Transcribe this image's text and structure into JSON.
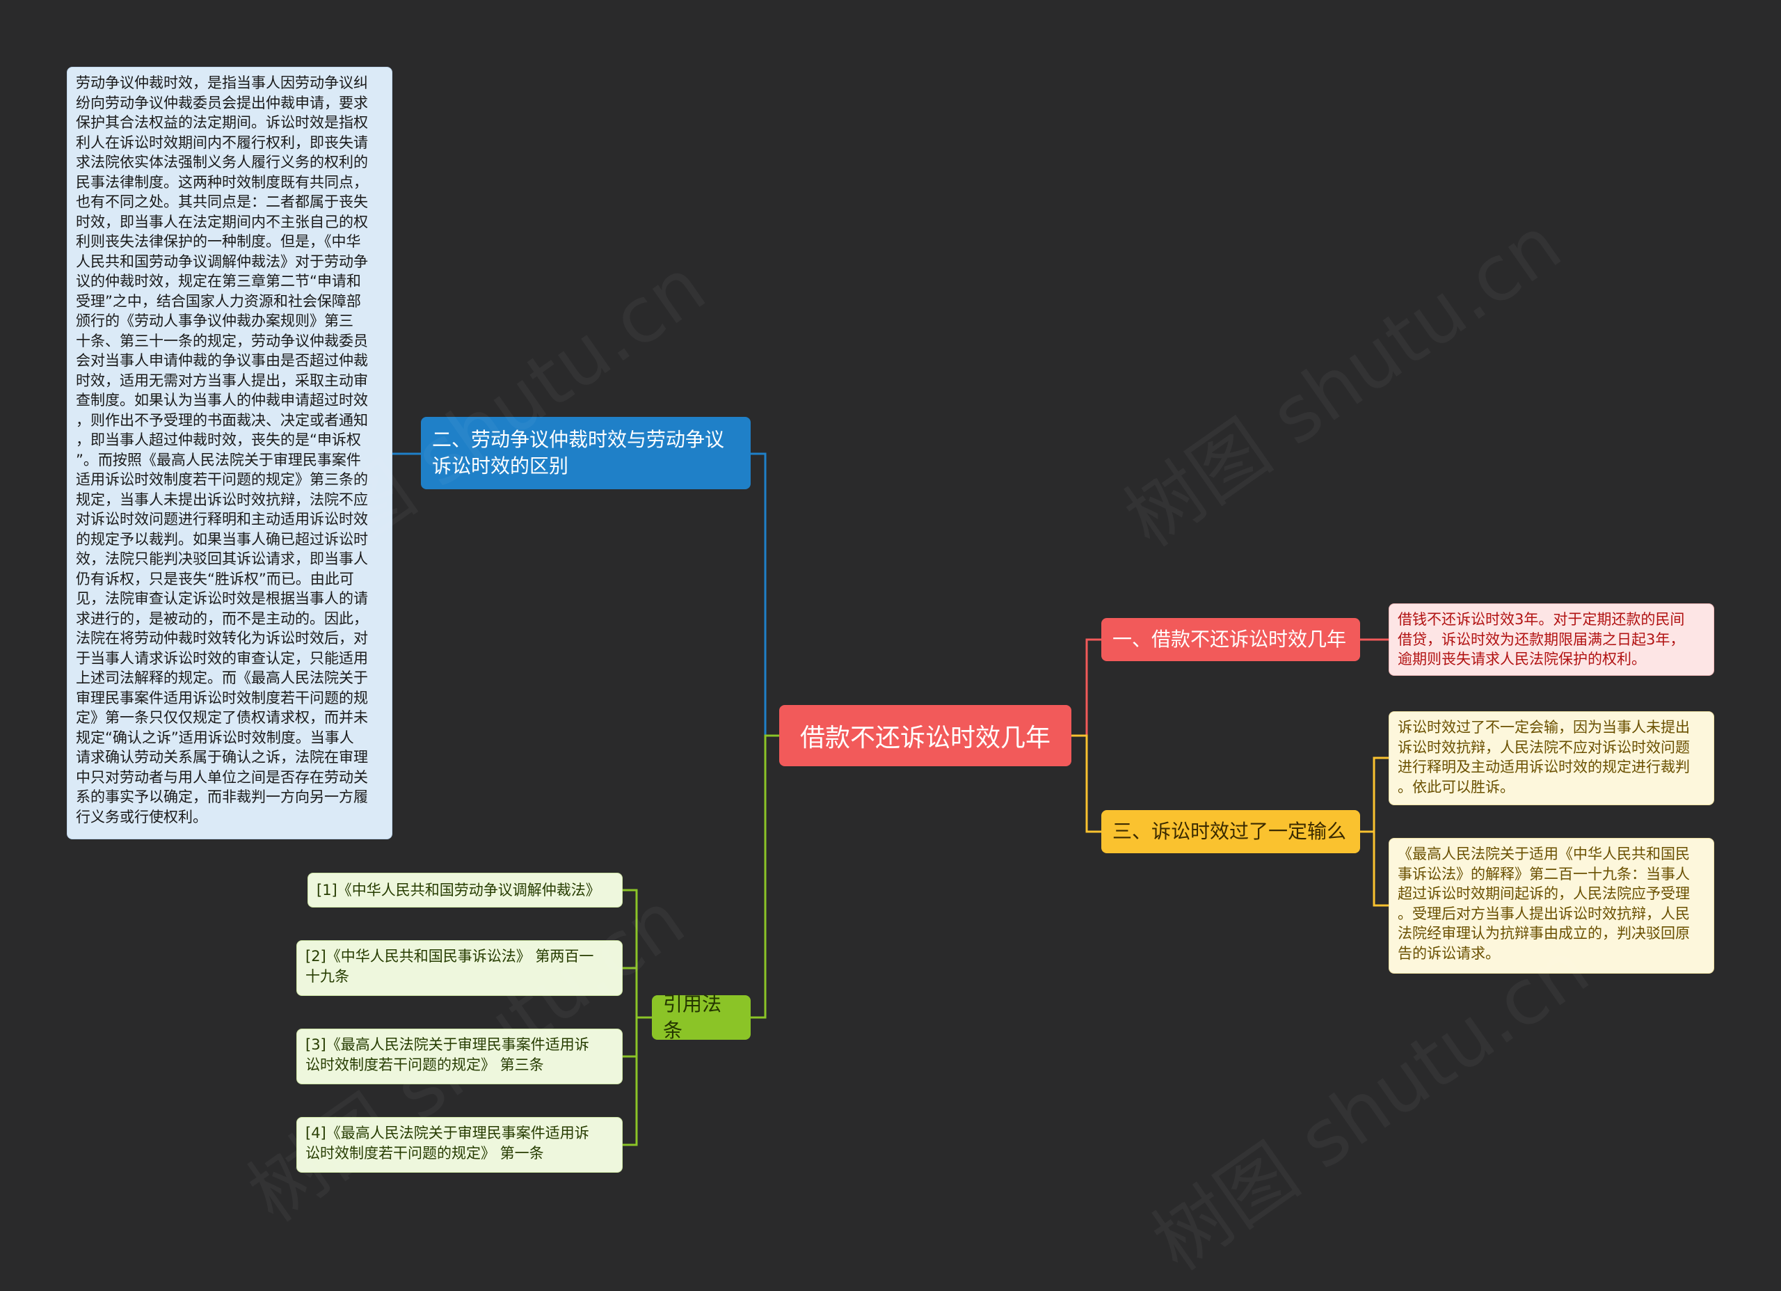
{
  "root": {
    "label": "借款不还诉讼时效几年"
  },
  "branches": {
    "diff": {
      "label": "二、劳动争议仲裁时效与劳动争议诉讼时效的区别"
    },
    "years": {
      "label": "一、借款不还诉讼时效几年"
    },
    "lose": {
      "label": "三、诉讼时效过了一定输么"
    },
    "law": {
      "label": "引用法条"
    }
  },
  "leaves": {
    "diff_text": "劳动争议仲裁时效，是指当事人因劳动争议纠\n纷向劳动争议仲裁委员会提出仲裁申请，要求\n保护其合法权益的法定期间。诉讼时效是指权\n利人在诉讼时效期间内不履行权利，即丧失请\n求法院依实体法强制义务人履行义务的权利的\n民事法律制度。这两种时效制度既有共同点，\n也有不同之处。其共同点是：二者都属于丧失\n时效，即当事人在法定期间内不主张自己的权\n利则丧失法律保护的一种制度。但是，《中华\n人民共和国劳动争议调解仲裁法》对于劳动争\n议的仲裁时效，规定在第三章第二节“申请和\n受理”之中，结合国家人力资源和社会保障部\n颁行的《劳动人事争议仲裁办案规则》第三\n十条、第三十一条的规定，劳动争议仲裁委员\n会对当事人申请仲裁的争议事由是否超过仲裁\n时效，适用无需对方当事人提出，采取主动审\n查制度。如果认为当事人的仲裁申请超过时效\n，则作出不予受理的书面裁决、决定或者通知\n，即当事人超过仲裁时效，丧失的是“申诉权\n”。而按照《最高人民法院关于审理民事案件\n适用诉讼时效制度若干问题的规定》第三条的\n规定，当事人未提出诉讼时效抗辩，法院不应\n对诉讼时效问题进行释明和主动适用诉讼时效\n的规定予以裁判。如果当事人确已超过诉讼时\n效，法院只能判决驳回其诉讼请求，即当事人\n仍有诉权，只是丧失“胜诉权”而已。由此可\n见，法院审查认定诉讼时效是根据当事人的请\n求进行的，是被动的，而不是主动的。因此，\n法院在将劳动仲裁时效转化为诉讼时效后，对\n于当事人请求诉讼时效的审查认定，只能适用\n上述司法解释的规定。而《最高人民法院关于\n审理民事案件适用诉讼时效制度若干问题的规\n定》第一条只仅仅规定了债权请求权，而并未\n规定“确认之诉”适用诉讼时效制度。当事人\n请求确认劳动关系属于确认之诉，法院在审理\n中只对劳动者与用人单位之间是否存在劳动关\n系的事实予以确定，而非裁判一方向另一方履\n行义务或行使权利。",
    "years_text": "借钱不还诉讼时效3年。对于定期还款的民间\n借贷，诉讼时效为还款期限届满之日起3年，\n逾期则丧失请求人民法院保护的权利。",
    "lose_text_1": "诉讼时效过了不一定会输，因为当事人未提出\n诉讼时效抗辩，人民法院不应对诉讼时效问题\n进行释明及主动适用诉讼时效的规定进行裁判\n。依此可以胜诉。",
    "lose_text_2": "《最高人民法院关于适用《中华人民共和国民\n事诉讼法》的解释》第二百一十九条：当事人\n超过诉讼时效期间起诉的，人民法院应予受理\n。受理后对方当事人提出诉讼时效抗辩，人民\n法院经审理认为抗辩事由成立的，判决驳回原\n告的诉讼请求。",
    "law_1": "[1]《中华人民共和国劳动争议调解仲裁法》",
    "law_2": "[2]《中华人民共和国民事诉讼法》 第两百一\n十九条",
    "law_3": "[3]《最高人民法院关于审理民事案件适用诉\n讼时效制度若干问题的规定》 第三条",
    "law_4": "[4]《最高人民法院关于审理民事案件适用诉\n讼时效制度若干问题的规定》 第一条"
  },
  "watermark": {
    "text": "树图 shutu.cn"
  },
  "colors": {
    "background": "#2a2a2b",
    "root": "#f25a5a",
    "blue": "#1f80c8",
    "red": "#f25a5a",
    "yellow": "#fac22f",
    "green": "#8bc427"
  }
}
